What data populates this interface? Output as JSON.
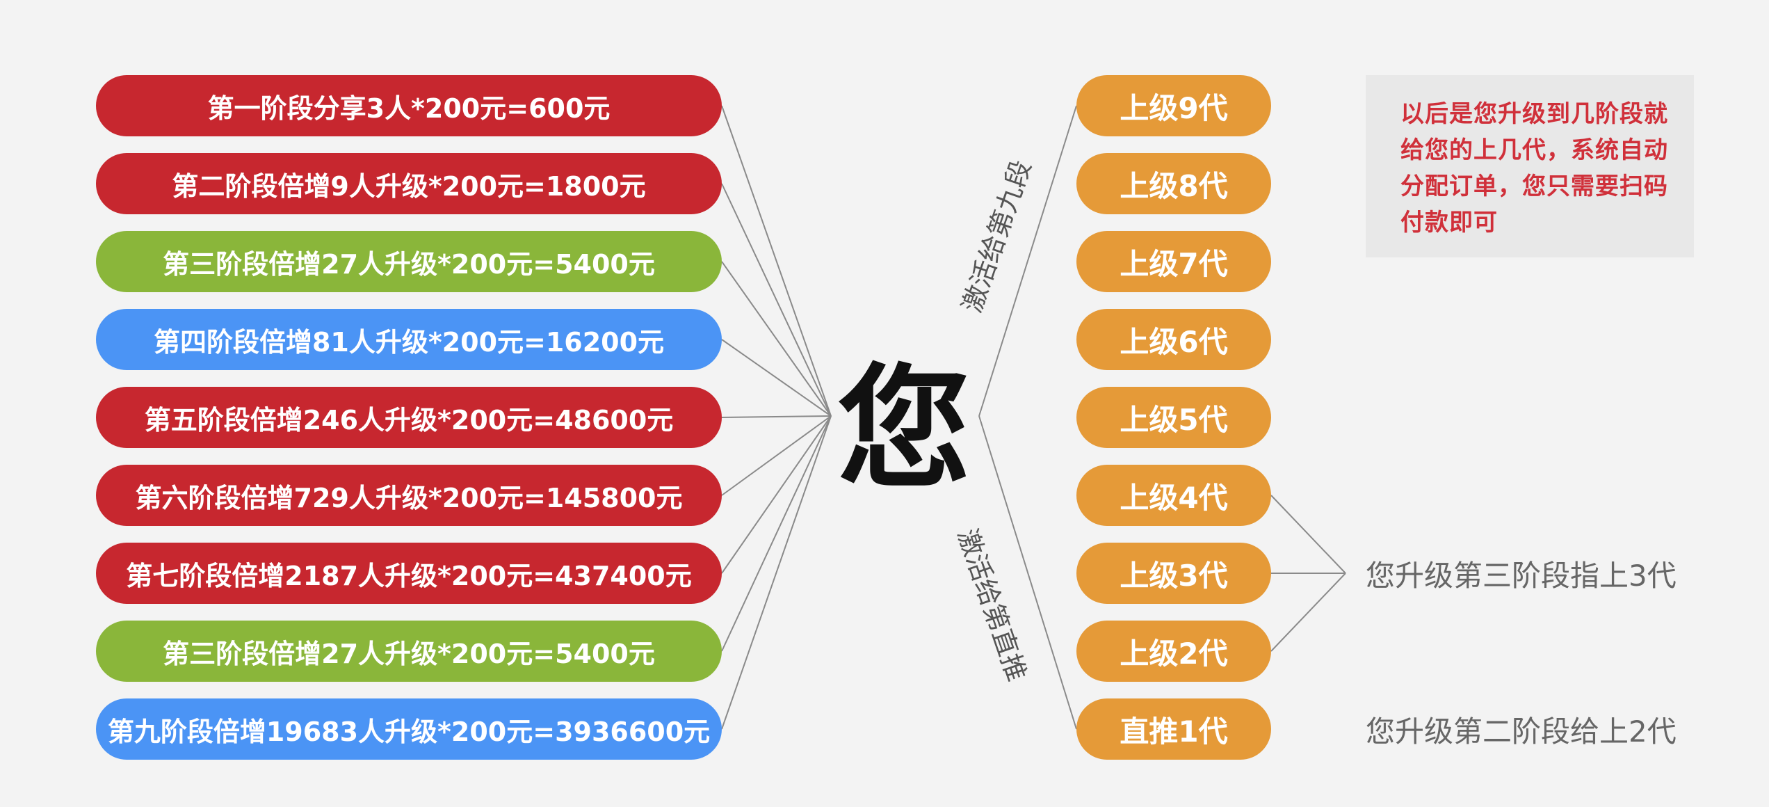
{
  "colors": {
    "red": "#c7272f",
    "green": "#8ab63a",
    "blue": "#4b94f5",
    "orange": "#e59a38",
    "connector": "#8a8a8a"
  },
  "center_label": "您",
  "stages": [
    {
      "text": "第一阶段分享3人*200元=600元",
      "color": "red"
    },
    {
      "text": "第二阶段倍增9人升级*200元=1800元",
      "color": "red"
    },
    {
      "text": "第三阶段倍增27人升级*200元=5400元",
      "color": "green"
    },
    {
      "text": "第四阶段倍增81人升级*200元=16200元",
      "color": "blue"
    },
    {
      "text": "第五阶段倍增246人升级*200元=48600元",
      "color": "red"
    },
    {
      "text": "第六阶段倍增729人升级*200元=145800元",
      "color": "red"
    },
    {
      "text": "第七阶段倍增2187人升级*200元=437400元",
      "color": "red"
    },
    {
      "text": "第三阶段倍增27人升级*200元=5400元",
      "color": "green"
    },
    {
      "text": "第九阶段倍增19683人升级*200元=3936600元",
      "color": "blue"
    }
  ],
  "generations": [
    "上级9代",
    "上级8代",
    "上级7代",
    "上级6代",
    "上级5代",
    "上级4代",
    "上级3代",
    "上级2代",
    "直推1代"
  ],
  "branch_labels": {
    "upper": "激活给第九段",
    "lower": "激活给第直推"
  },
  "info_box": "以后是您升级到几阶段就给您的上几代，系统自动分配订单，您只需要扫码付款即可",
  "notes": {
    "third_stage": "您升级第三阶段指上3代",
    "second_stage": "您升级第二阶段给上2代"
  }
}
